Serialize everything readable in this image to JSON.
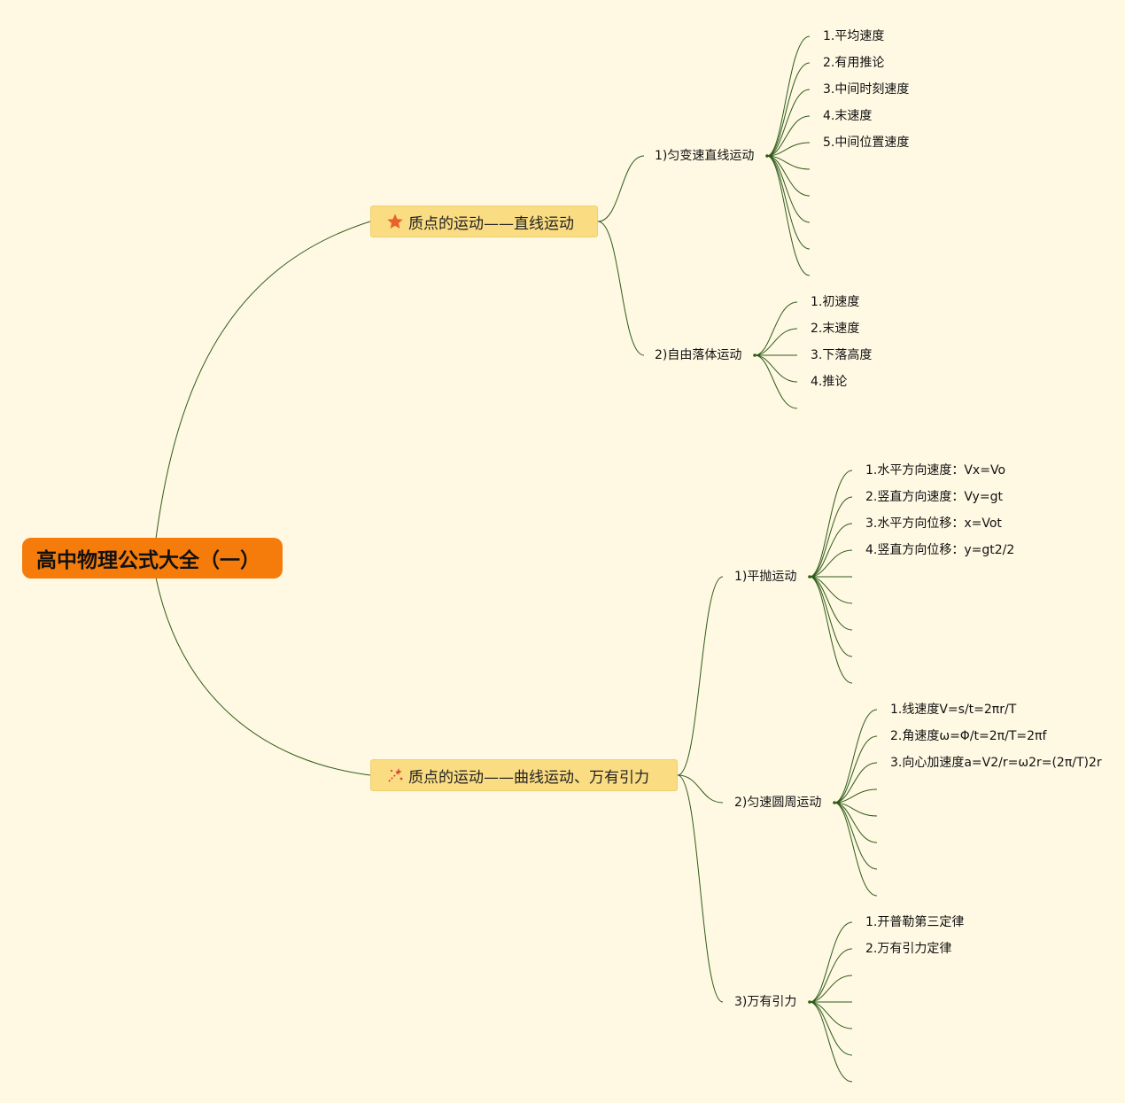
{
  "root": {
    "title": "高中物理公式大全（一）"
  },
  "branches": [
    {
      "label": "质点的运动——直线运动",
      "icon": "star-icon",
      "children": [
        {
          "label": "1)匀变速直线运动",
          "items": [
            "1.平均速度",
            "2.有用推论",
            "3.中间时刻速度",
            "4.末速度",
            "5.中间位置速度"
          ]
        },
        {
          "label": "2)自由落体运动",
          "items": [
            "1.初速度",
            "2.末速度",
            "3.下落高度",
            "4.推论"
          ]
        }
      ]
    },
    {
      "label": "质点的运动——曲线运动、万有引力",
      "icon": "sparkle-icon",
      "children": [
        {
          "label": "1)平抛运动",
          "items": [
            "1.水平方向速度：Vx=Vo",
            "2.竖直方向速度：Vy=gt",
            "3.水平方向位移：x=Vot",
            "4.竖直方向位移：y=gt2/2"
          ]
        },
        {
          "label": "2)匀速圆周运动",
          "items": [
            "1.线速度V=s/t=2πr/T",
            "2.角速度ω=Φ/t=2π/T=2πf",
            "3.向心加速度a=V2/r=ω2r=(2π/T)2r"
          ]
        },
        {
          "label": "3)万有引力",
          "items": [
            "1.开普勒第三定律",
            "2.万有引力定律"
          ]
        }
      ]
    }
  ],
  "colors": {
    "background": "#fff8e3",
    "link": "#2f5d1a",
    "root": "#f57c0b",
    "main": "#fadc82"
  }
}
